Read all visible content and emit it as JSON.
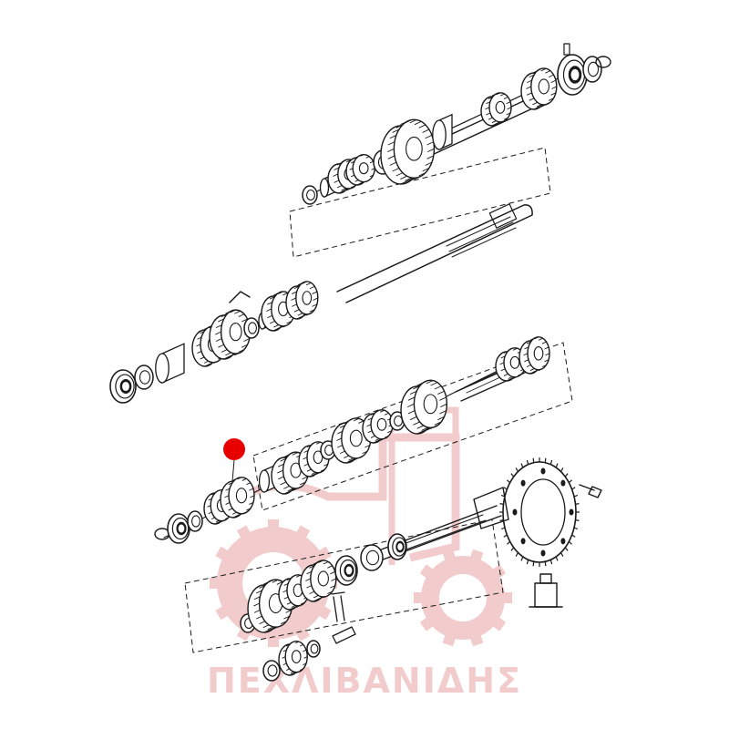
{
  "watermark": {
    "brand_text": "ΠΕΧΛΙΒΑΝΙΔΗΣ",
    "color": "#e8a4a4",
    "icon": "tractor-gear-logo"
  },
  "marker": {
    "color": "#e60000",
    "icon": "highlight-dot-icon"
  },
  "drawing": {
    "icon": "gearbox-exploded-view",
    "line_color": "#1a1a1a"
  }
}
